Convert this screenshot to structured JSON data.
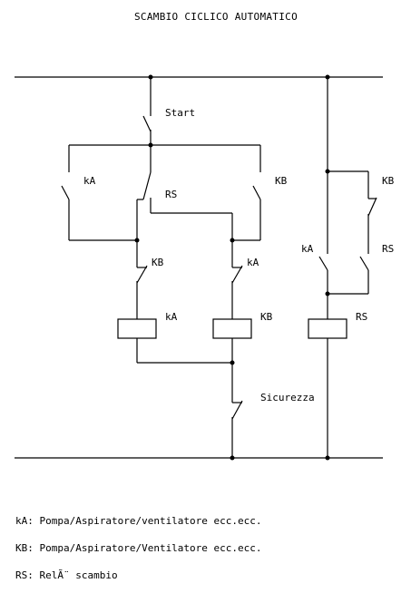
{
  "title": "SCAMBIO CICLICO AUTOMATICO",
  "labels": {
    "start": "Start",
    "ka_parallel": "kA",
    "rs_contact": "RS",
    "kb_parallel": "KB",
    "kb_interlock": "KB",
    "ka_interlock": "kA",
    "ka_coil": "kA",
    "kb_coil": "KB",
    "sicurezza": "Sicurezza",
    "right_kb": "KB",
    "right_ka": "kA",
    "right_rs": "RS",
    "rs_coil": "RS"
  },
  "legend": [
    "kA: Pompa/Aspiratore/ventilatore ecc.ecc.",
    "KB: Pompa/Aspiratore/Ventilatore ecc.ecc.",
    "RS: RelÃ¨ scambio"
  ]
}
